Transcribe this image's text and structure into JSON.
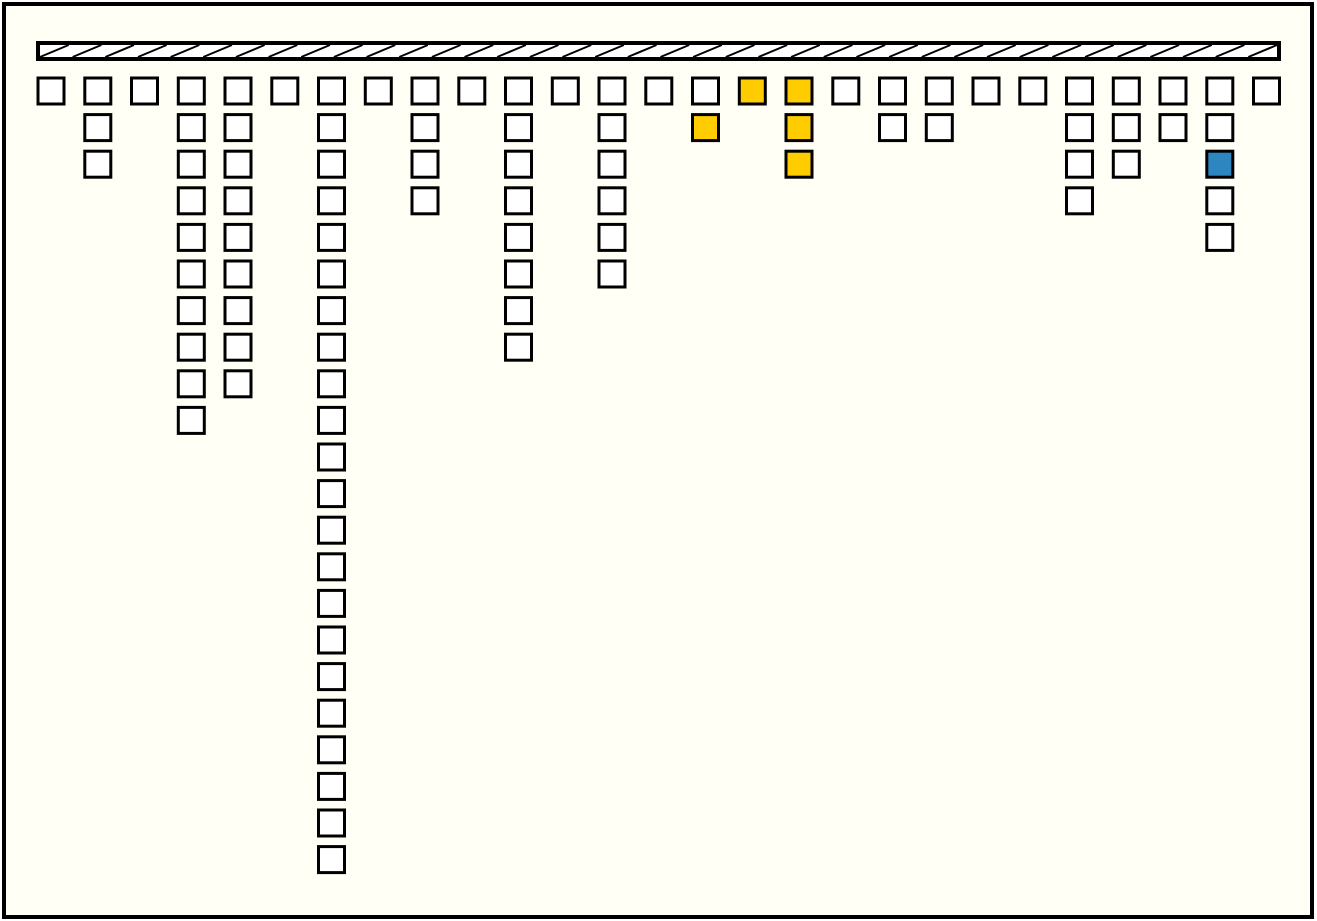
{
  "colors": {
    "background": "#FFFFF5",
    "border": "#000000",
    "empty_cell": "#FFFFFF",
    "yellow": "#FFCC00",
    "blue": "#2E86C1"
  },
  "top_bar": {
    "segments": 38
  },
  "columns": [
    {
      "height": 1,
      "highlights": []
    },
    {
      "height": 3,
      "highlights": []
    },
    {
      "height": 1,
      "highlights": []
    },
    {
      "height": 10,
      "highlights": []
    },
    {
      "height": 9,
      "highlights": []
    },
    {
      "height": 1,
      "highlights": []
    },
    {
      "height": 22,
      "highlights": []
    },
    {
      "height": 1,
      "highlights": []
    },
    {
      "height": 4,
      "highlights": []
    },
    {
      "height": 1,
      "highlights": []
    },
    {
      "height": 8,
      "highlights": []
    },
    {
      "height": 1,
      "highlights": []
    },
    {
      "height": 6,
      "highlights": []
    },
    {
      "height": 1,
      "highlights": []
    },
    {
      "height": 2,
      "highlights": [
        {
          "row": 1,
          "color": "yellow"
        }
      ]
    },
    {
      "height": 1,
      "highlights": [
        {
          "row": 0,
          "color": "yellow"
        }
      ]
    },
    {
      "height": 3,
      "highlights": [
        {
          "row": 0,
          "color": "yellow"
        },
        {
          "row": 1,
          "color": "yellow"
        },
        {
          "row": 2,
          "color": "yellow"
        }
      ]
    },
    {
      "height": 1,
      "highlights": []
    },
    {
      "height": 2,
      "highlights": []
    },
    {
      "height": 2,
      "highlights": []
    },
    {
      "height": 1,
      "highlights": []
    },
    {
      "height": 1,
      "highlights": []
    },
    {
      "height": 4,
      "highlights": []
    },
    {
      "height": 3,
      "highlights": []
    },
    {
      "height": 2,
      "highlights": []
    },
    {
      "height": 5,
      "highlights": [
        {
          "row": 2,
          "color": "blue"
        }
      ]
    },
    {
      "height": 1,
      "highlights": []
    }
  ]
}
